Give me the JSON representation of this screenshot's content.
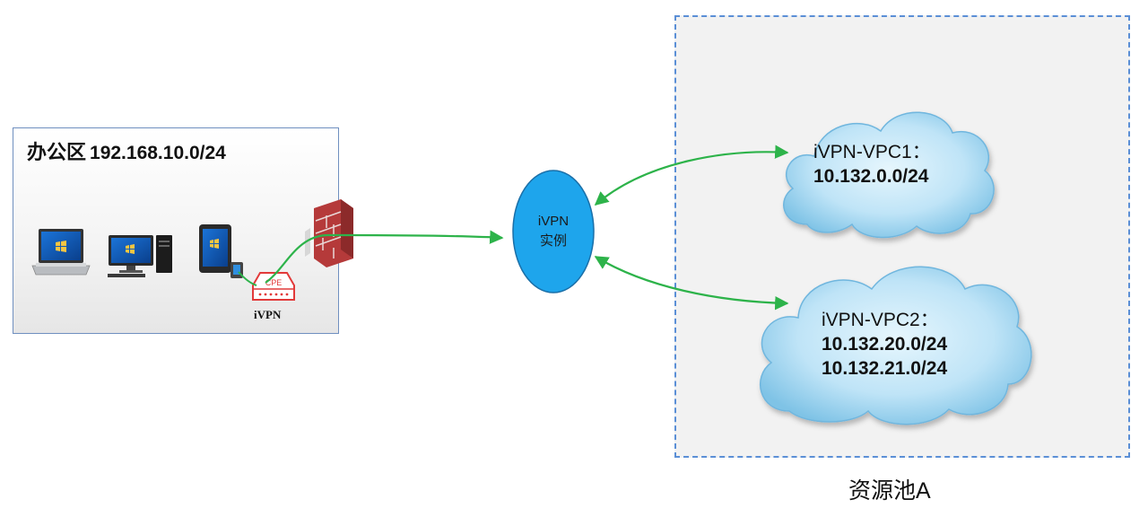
{
  "office": {
    "name": "办公区",
    "subnet": "192.168.10.0/24",
    "device_label": "iVPN",
    "cpe_label": "CPE",
    "devices": [
      "laptop-icon",
      "desktop-icon",
      "tablet-icon",
      "cpe-router-icon",
      "firewall-icon"
    ]
  },
  "center": {
    "line1": "iVPN",
    "line2": "实例"
  },
  "pool": {
    "label": "资源池A"
  },
  "vpc1": {
    "name": "iVPN-VPC1：",
    "cidrs": [
      "10.132.0.0/24"
    ]
  },
  "vpc2": {
    "name": "iVPN-VPC2：",
    "cidrs": [
      "10.132.20.0/24",
      "10.132.21.0/24"
    ]
  },
  "colors": {
    "link": "#2db34a",
    "ellipse": "#1ea5ec",
    "cloud": "#bfe4f7",
    "cpe": "#e23a3a",
    "firewall": "#b53a3a",
    "box_border": "#6f8fbf",
    "pool_border": "#5b8fd6"
  }
}
